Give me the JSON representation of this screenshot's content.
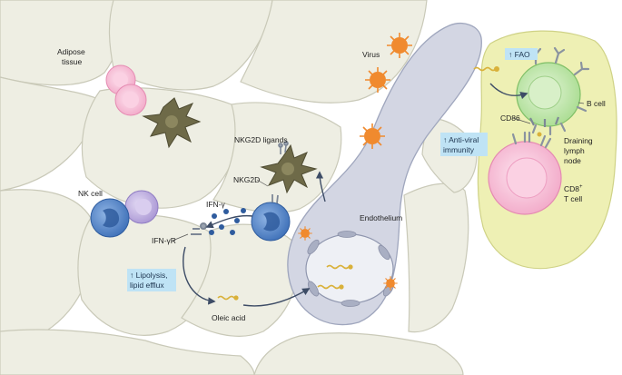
{
  "labels": {
    "adipose_tissue_1": "Adipose",
    "adipose_tissue_2": "tissue",
    "virus": "Virus",
    "nkg2d_ligands": "NKG2D ligands",
    "nkg2d": "NKG2D",
    "nk_cell": "NK cell",
    "ifn_gamma": "IFN-γ",
    "ifn_gamma_r": "IFN-γR",
    "endothelium": "Endothelium",
    "oleic_acid": "Oleic acid",
    "cd86": "CD86",
    "b_cell": "B cell",
    "draining_1": "Draining",
    "draining_2": "lymph",
    "draining_3": "node",
    "cd8_1": "CD8",
    "cd8_sup": "+",
    "cd8_2": "T cell"
  },
  "boxes": {
    "fao": "↑ FAO",
    "antiviral_1": "↑ Anti-viral",
    "antiviral_2": "immunity",
    "lipolysis_1": "↑ Lipolysis,",
    "lipolysis_2": "lipid efflux"
  },
  "colors": {
    "adipocyte_fill": "#eeeee3",
    "adipocyte_stroke": "#c9c9b8",
    "vessel_fill": "#d3d6e3",
    "lymph_node_fill": "#eef0b4",
    "nk_cell_blue": "#4a7fc4",
    "nk_partner_purple": "#b9a9dc",
    "dendritic_cell": "#6e6a48",
    "virus_orange": "#f08a2e",
    "b_cell_green": "#bde5a8",
    "t_cell_pink": "#f4b6cf",
    "label_box": "#bfe3f5",
    "arrow": "#3d4c66"
  }
}
